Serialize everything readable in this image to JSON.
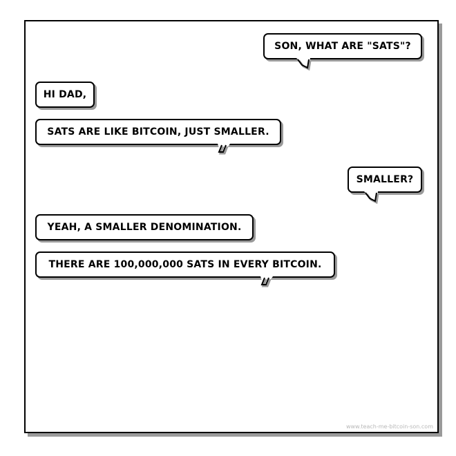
{
  "dialogue": [
    {
      "speaker": "dad",
      "text": "SON, WHAT ARE \"SATS\"?"
    },
    {
      "speaker": "son",
      "text": "HI DAD,"
    },
    {
      "speaker": "son",
      "text": "SATS ARE LIKE BITCOIN, JUST SMALLER."
    },
    {
      "speaker": "dad",
      "text": "SMALLER?"
    },
    {
      "speaker": "son",
      "text": "YEAH, A SMALLER DENOMINATION."
    },
    {
      "speaker": "son",
      "text": "THERE ARE 100,000,000 SATS IN EVERY BITCOIN."
    }
  ],
  "watermark": "www.teach-me-bitcoin-son.com",
  "colors": {
    "border": "#000000",
    "shadow": "#9a9a9a",
    "background": "#ffffff",
    "watermark": "#b8b8b8"
  }
}
